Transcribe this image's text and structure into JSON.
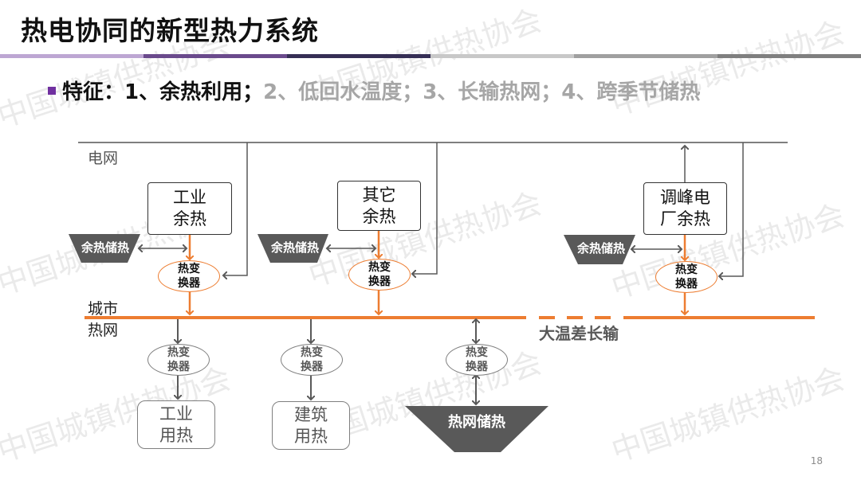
{
  "title": "热电协同的新型热力系统",
  "header_bar_colors": [
    "#bda6d3",
    "#6a4a8c",
    "#352e55",
    "#c8c8c8",
    "#a0a0a0",
    "#7f7f7f"
  ],
  "features": {
    "prefix": "特征：",
    "items": [
      {
        "text": "1、余热利用；",
        "active": true
      },
      {
        "text": "2、低回水温度；",
        "active": false
      },
      {
        "text": "3、长输热网；",
        "active": false
      },
      {
        "text": "4、跨季节储热",
        "active": false
      }
    ]
  },
  "watermark": "中国城镇供热协会",
  "diagram": {
    "grid_label": "电网",
    "city_net_label_line1": "城市",
    "city_net_label_line2": "热网",
    "long_distance_label": "大温差长输",
    "sources": [
      {
        "line1": "工业",
        "line2": "余热"
      },
      {
        "line1": "其它",
        "line2": "余热"
      },
      {
        "line1": "调峰电",
        "line2": "厂余热"
      }
    ],
    "waste_heat_storage": "余热储热",
    "hx_line1": "热变",
    "hx_line2": "换器",
    "consumers": [
      {
        "line1": "工业",
        "line2": "用热"
      },
      {
        "line1": "建筑",
        "line2": "用热"
      }
    ],
    "network_storage": "热网储热",
    "colors": {
      "orange": "#ed7d31",
      "gray": "#595959",
      "line": "#7f7f7f"
    }
  },
  "page_number": "18"
}
